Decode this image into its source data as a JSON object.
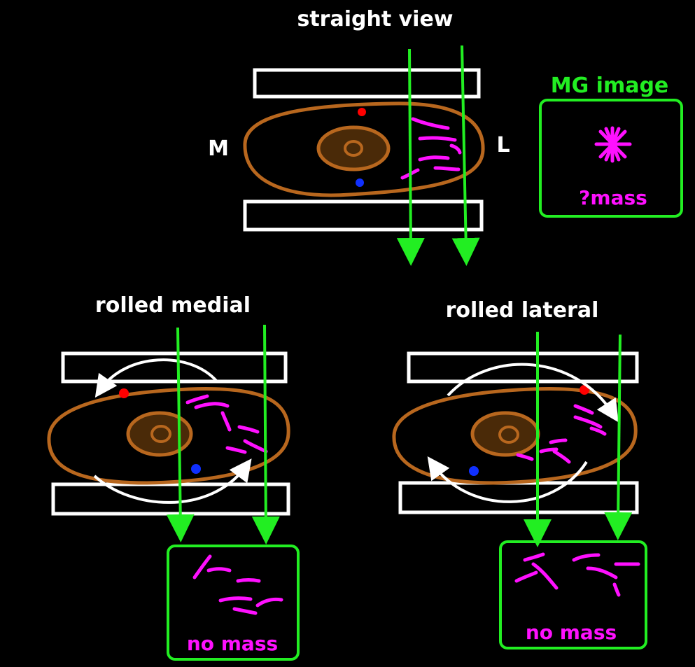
{
  "panels": {
    "straight": {
      "title": "straight view",
      "medial_label": "M",
      "lateral_label": "L"
    },
    "rolled_medial": {
      "title": "rolled medial",
      "result": "no mass"
    },
    "rolled_lateral": {
      "title": "rolled lateral",
      "result": "no mass"
    }
  },
  "mg_image": {
    "title": "MG image",
    "result": "?mass"
  },
  "colors": {
    "background": "#000000",
    "paddle": "#ffffff",
    "breast_outline": "#b8671e",
    "nipple_fill": "#4a2a08",
    "beam_arrow": "#22ee22",
    "tissue": "#ff10ff",
    "marker_red": "#ff0000",
    "marker_blue": "#1030ff"
  }
}
